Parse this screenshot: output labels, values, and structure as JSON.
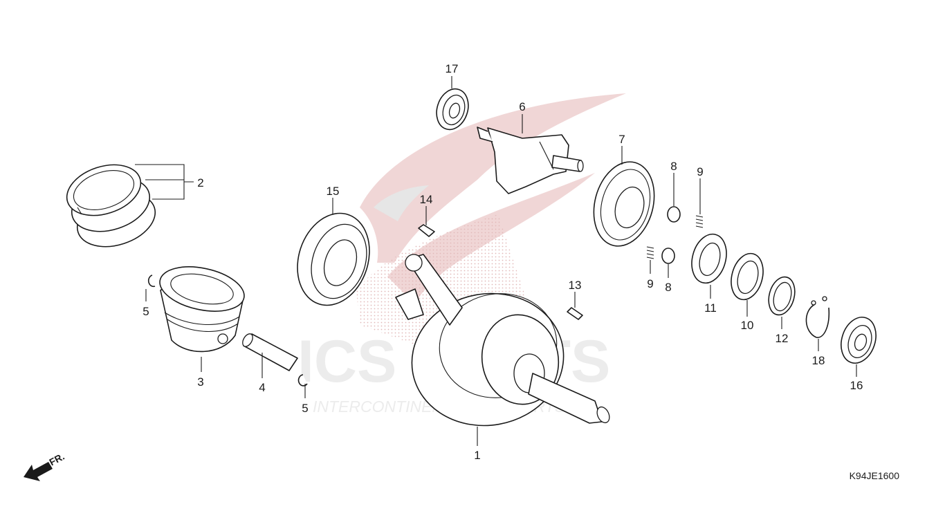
{
  "diagram_code": "K94JE1600",
  "direction_label": "FR.",
  "watermark": {
    "brand": "ICS PARTS",
    "subtitle": "INTERCONTINENTAL CAR PARTS"
  },
  "callouts": [
    {
      "id": "c1",
      "text": "1"
    },
    {
      "id": "c2",
      "text": "2"
    },
    {
      "id": "c3",
      "text": "3"
    },
    {
      "id": "c4",
      "text": "4"
    },
    {
      "id": "c5a",
      "text": "5"
    },
    {
      "id": "c5b",
      "text": "5"
    },
    {
      "id": "c6",
      "text": "6"
    },
    {
      "id": "c7",
      "text": "7"
    },
    {
      "id": "c8a",
      "text": "8"
    },
    {
      "id": "c8b",
      "text": "8"
    },
    {
      "id": "c9a",
      "text": "9"
    },
    {
      "id": "c9b",
      "text": "9"
    },
    {
      "id": "c10",
      "text": "10"
    },
    {
      "id": "c11",
      "text": "11"
    },
    {
      "id": "c12",
      "text": "12"
    },
    {
      "id": "c13",
      "text": "13"
    },
    {
      "id": "c14",
      "text": "14"
    },
    {
      "id": "c15",
      "text": "15"
    },
    {
      "id": "c16",
      "text": "16"
    },
    {
      "id": "c17",
      "text": "17"
    },
    {
      "id": "c18",
      "text": "18"
    }
  ]
}
